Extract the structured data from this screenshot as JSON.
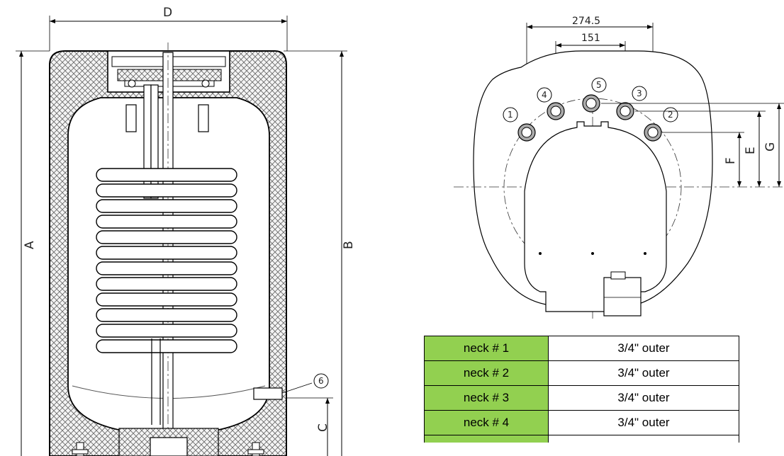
{
  "side_view": {
    "dimensions": {
      "a": "A",
      "b": "B",
      "c": "C",
      "d": "D"
    },
    "callout_6": "6"
  },
  "top_view": {
    "dimensions": {
      "outer": "274.5",
      "inner": "151",
      "e": "E",
      "f": "F",
      "g": "G"
    },
    "neck_numbers": [
      "1",
      "2",
      "3",
      "4",
      "5"
    ]
  },
  "neck_table": {
    "rows": [
      {
        "label": "neck # 1",
        "value": "3/4\" outer"
      },
      {
        "label": "neck # 2",
        "value": "3/4\" outer"
      },
      {
        "label": "neck # 3",
        "value": "3/4\" outer"
      },
      {
        "label": "neck # 4",
        "value": "3/4\" outer"
      }
    ],
    "colors": {
      "label_bg": "#92d050",
      "value_bg": "#ffffff"
    }
  }
}
